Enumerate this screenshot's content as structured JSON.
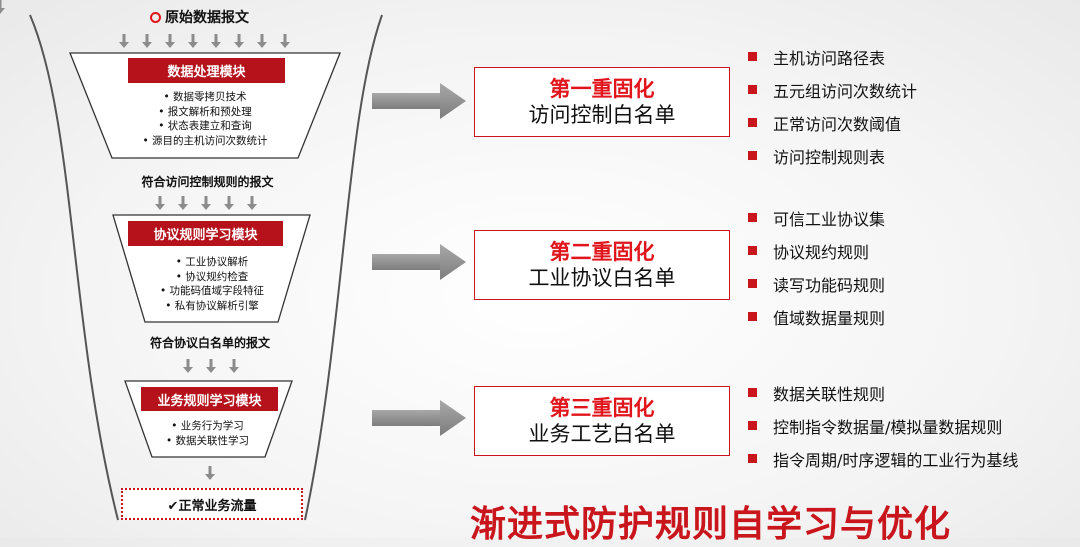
{
  "funnel": {
    "top_label": "原始数据报文",
    "stage1": {
      "module": "数据处理模块",
      "bullets": [
        "数据零拷贝技术",
        "报文解析和预处理",
        "状态表建立和查询",
        "源目的主机访问次数统计"
      ]
    },
    "between1": "符合访问控制规则的报文",
    "stage2": {
      "module": "协议规则学习模块",
      "bullets": [
        "工业协议解析",
        "协议规约检查",
        "功能码值域字段特征",
        "私有协议解析引擎"
      ]
    },
    "between2": "符合协议白名单的报文",
    "stage3": {
      "module": "业务规则学习模块",
      "bullets": [
        "业务行为学习",
        "数据关联性学习"
      ]
    },
    "output": "✔正常业务流量"
  },
  "stages": [
    {
      "title": "第一重固化",
      "subtitle": "访问控制白名单",
      "rules": [
        "主机访问路径表",
        "五元组访问次数统计",
        "正常访问次数阈值",
        "访问控制规则表"
      ]
    },
    {
      "title": "第二重固化",
      "subtitle": "工业协议白名单",
      "rules": [
        "可信工业协议集",
        "协议规约规则",
        "读写功能码规则",
        "值域数据量规则"
      ]
    },
    {
      "title": "第三重固化",
      "subtitle": "业务工艺白名单",
      "rules": [
        "数据关联性规则",
        "控制指令数据量/模拟量数据规则",
        "指令周期/时序逻辑的工业行为基线"
      ]
    }
  ],
  "main_title": "渐进式防护规则自学习与优化",
  "colors": {
    "accent": "#c9161c",
    "module_bg": "#b5121b",
    "arrow": "#8c8c8c"
  }
}
